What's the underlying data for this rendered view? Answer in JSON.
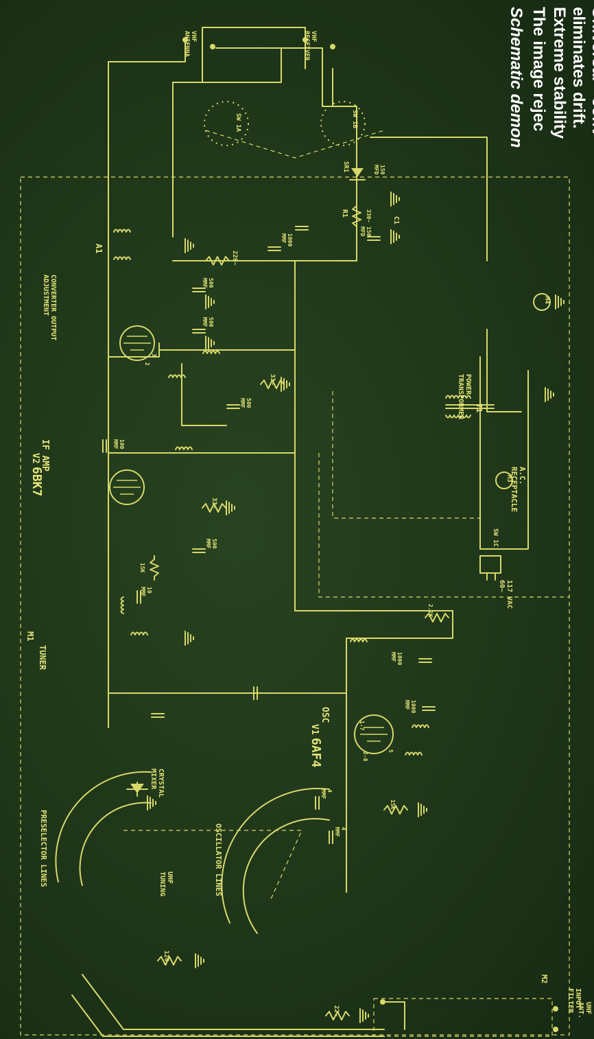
{
  "colors": {
    "background": "#1f3619",
    "schematic": "#d9d96a",
    "caption": "#ffffff"
  },
  "caption": {
    "line1": "Schematic demon",
    "line2": "The image rejec",
    "line3": "Extreme stability",
    "line4": "eliminates drift.",
    "line5": "Universal—conv"
  },
  "connections": {
    "vhf_antenna": "VHF\nANTENNA",
    "vhf_receiver": "VHF\nRECEIVER",
    "uhf_antenna": "UHF\nANT.",
    "ac_line": "117 VAC\n60~"
  },
  "sections": {
    "tuner": "TUNER",
    "tuner_ref": "M1",
    "converter_output": "CONVERTER OUTPUT\nADJUSTMENT",
    "converter_ref": "A1",
    "preselector": "PRESELECTOR LINES",
    "oscillator_lines": "OSCILLATOR LINES",
    "uhf_tuning": "UHF\nTUNING",
    "crystal_mixer": "CRYSTAL\nMIXER",
    "input_filter": "INPUT\nFILTER",
    "input_filter_ref": "M2",
    "power_transformer": "POWER\nTRANSFORMER",
    "transformer_ref": "T1",
    "ac_receptacle": "A.C.\nRECEPTACLE",
    "receptacle_ref": "M3",
    "pilot_ref": "M4"
  },
  "tubes": {
    "if_amp_label": "IF AMP",
    "if_amp_ref": "V2",
    "if_amp_type": "6BK7",
    "osc_label": "OSC",
    "osc_ref": "V1",
    "osc_type": "6AF4"
  },
  "switches": {
    "sw1a": "SW 1A",
    "sw1b": "SW 1B",
    "sw1c": "SW 1C"
  },
  "components": {
    "c_1000_top": "1000\nMMF",
    "r_220": "220~",
    "c_500_a": "500\nMMF",
    "c_500_b": "500\nMMF",
    "c_500_c": "500\nMMF",
    "c_500_d": "500\nMMF",
    "r_33_a": "33~",
    "r_33_b": "33~",
    "c_100": "100\nMMF",
    "r_15k_a": "15K",
    "c_10": "10\nMMF",
    "r_2_2k": "2.2K",
    "c_1000_osc": "1000\nMMF",
    "c_1000_b": "1000\nMMF",
    "c_4_a": "4\nMMF",
    "c_4_b": "4\nMMF",
    "r_15k_b": "15K",
    "r_120": "120~",
    "r_22": "22~",
    "r1_value": "330~",
    "r1_ref": "R1",
    "c1_ref": "C1",
    "c_150": "150\nMFD",
    "c_150_b": "150\nMFD",
    "sr1_ref": "SR1"
  },
  "pins": {
    "p2": "2",
    "p3": "3",
    "p1_7": "1-7",
    "p2_8": "2-8",
    "p5": "5"
  }
}
